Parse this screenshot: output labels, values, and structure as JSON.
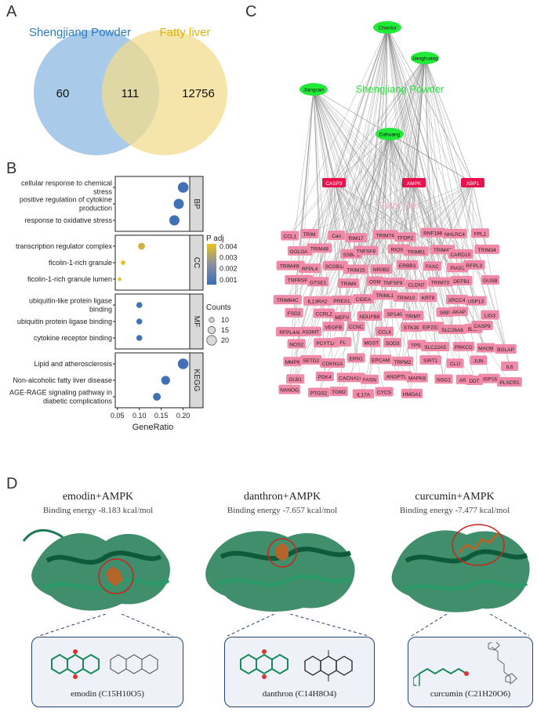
{
  "panels": {
    "a": "A",
    "b": "B",
    "c": "C",
    "d": "D"
  },
  "venn": {
    "left_label": "Shengjiang Powder",
    "right_label": "Fatty liver",
    "left_only": "60",
    "overlap": "111",
    "right_only": "12756",
    "left_color": "#2a7bbf",
    "right_color": "#e0bb1a"
  },
  "enrichment": {
    "groups": [
      {
        "name": "BP",
        "terms": [
          {
            "label": [
              "cellular response to chemical",
              "stress"
            ],
            "ratio": 0.2,
            "count": 22,
            "padj": 0.0008
          },
          {
            "label": [
              "positive regulation of cytokine",
              "production"
            ],
            "ratio": 0.19,
            "count": 21,
            "padj": 0.0008
          },
          {
            "label": [
              "response to oxidative stress"
            ],
            "ratio": 0.18,
            "count": 21,
            "padj": 0.0008
          }
        ]
      },
      {
        "name": "CC",
        "terms": [
          {
            "label": [
              "transcription regulator complex"
            ],
            "ratio": 0.105,
            "count": 14,
            "padj": 0.0036
          },
          {
            "label": [
              "ficolin-1-rich granule"
            ],
            "ratio": 0.063,
            "count": 9,
            "padj": 0.004
          },
          {
            "label": [
              "ficolin-1-rich granule lumen"
            ],
            "ratio": 0.055,
            "count": 7,
            "padj": 0.004
          }
        ]
      },
      {
        "name": "MF",
        "terms": [
          {
            "label": [
              "ubiquitin-like protein ligase",
              "binding"
            ],
            "ratio": 0.1,
            "count": 12,
            "padj": 0.0009
          },
          {
            "label": [
              "ubiquitin protein ligase binding"
            ],
            "ratio": 0.1,
            "count": 12,
            "padj": 0.0009
          },
          {
            "label": [
              "cytokine receptor binding"
            ],
            "ratio": 0.1,
            "count": 12,
            "padj": 0.0009
          }
        ]
      },
      {
        "name": "KEGG",
        "terms": [
          {
            "label": [
              "Lipid and atherosclerosis"
            ],
            "ratio": 0.2,
            "count": 22,
            "padj": 0.0008
          },
          {
            "label": [
              "Non-alcoholic fatty liver disease"
            ],
            "ratio": 0.16,
            "count": 18,
            "padj": 0.0008
          },
          {
            "label": [
              "AGE-RAGE signaling pathway in",
              "diabetic complications"
            ],
            "ratio": 0.14,
            "count": 16,
            "padj": 0.0008
          }
        ]
      }
    ],
    "x_axis": {
      "label": "GeneRatio",
      "ticks": [
        "0.05",
        "0.10",
        "0.15",
        "0.20"
      ],
      "tick_values": [
        0.05,
        0.1,
        0.15,
        0.2
      ],
      "range": [
        0.045,
        0.215
      ]
    },
    "colorbar": {
      "title": "P adj",
      "ticks": [
        "0.004",
        "0.003",
        "0.002",
        "0.001"
      ],
      "tick_values": [
        0.004,
        0.003,
        0.002,
        0.001
      ],
      "low_color": "#3b6fb6",
      "high_color": "#e8c31f"
    },
    "size_legend": {
      "title": "Counts",
      "items": [
        "10",
        "15",
        "20"
      ],
      "item_values": [
        10,
        15,
        20
      ]
    }
  },
  "chart_data": {
    "type": "scatter",
    "xlabel": "GeneRatio",
    "xlim": [
      0.045,
      0.215
    ],
    "color_legend": "P adj",
    "size_legend": "Counts",
    "series": [
      {
        "name": "BP",
        "points": [
          {
            "term": "cellular response to chemical stress",
            "x": 0.2,
            "count": 22,
            "padj": 0.0008
          },
          {
            "term": "positive regulation of cytokine production",
            "x": 0.19,
            "count": 21,
            "padj": 0.0008
          },
          {
            "term": "response to oxidative stress",
            "x": 0.18,
            "count": 21,
            "padj": 0.0008
          }
        ]
      },
      {
        "name": "CC",
        "points": [
          {
            "term": "transcription regulator complex",
            "x": 0.105,
            "count": 14,
            "padj": 0.0036
          },
          {
            "term": "ficolin-1-rich granule",
            "x": 0.063,
            "count": 9,
            "padj": 0.004
          },
          {
            "term": "ficolin-1-rich granule lumen",
            "x": 0.055,
            "count": 7,
            "padj": 0.004
          }
        ]
      },
      {
        "name": "MF",
        "points": [
          {
            "term": "ubiquitin-like protein ligase binding",
            "x": 0.1,
            "count": 12,
            "padj": 0.0009
          },
          {
            "term": "ubiquitin protein ligase binding",
            "x": 0.1,
            "count": 12,
            "padj": 0.0009
          },
          {
            "term": "cytokine receptor binding",
            "x": 0.1,
            "count": 12,
            "padj": 0.0009
          }
        ]
      },
      {
        "name": "KEGG",
        "points": [
          {
            "term": "Lipid and atherosclerosis",
            "x": 0.2,
            "count": 22,
            "padj": 0.0008
          },
          {
            "term": "Non-alcoholic fatty liver disease",
            "x": 0.16,
            "count": 18,
            "padj": 0.0008
          },
          {
            "term": "AGE-RAGE signaling pathway in diabetic complications",
            "x": 0.14,
            "count": 16,
            "padj": 0.0008
          }
        ]
      }
    ]
  },
  "network": {
    "herb_label": "Shengjiang Powder",
    "disease_label": "Fatty liver",
    "herbs": [
      "Chantui",
      "Jianghuang",
      "Jiangcan",
      "Dahuang"
    ],
    "targets": [
      "CASP3",
      "AMPK",
      "XBP1"
    ],
    "herb_color": "#22e838",
    "target_color": "#e8134c",
    "gene_color": "#f08aa8",
    "genes": [
      "CCL1",
      "TRIM",
      "Can",
      "RIM17",
      "TRIM74",
      "TFDP2",
      "RNF186",
      "NHLRC4",
      "FPL1",
      "GOLGA4",
      "TRIM48",
      "SSBP1",
      "TNFSF8",
      "RIOX2",
      "TRIM61",
      "TRIM46",
      "CARD10",
      "TRIM34",
      "TRIM49B",
      "RFPL4",
      "SCGB1A",
      "TRIM15",
      "NR0B2",
      "ERBB3",
      "FAXC",
      "PIAS1",
      "RFPL3",
      "TNFRSF8",
      "GTSE1",
      "TRIM4",
      "OSM",
      "TNFSF9",
      "CLDN7",
      "TRIM73",
      "DEFB1",
      "GUSB",
      "TRIM64C",
      "IL13RA2",
      "PREX1",
      "CIDEA",
      "TRIML1",
      "TRIM10",
      "KRT8",
      "XRCC4",
      "USP13",
      "FSD2",
      "CCRL2",
      "MEFV",
      "NDUFB8",
      "SP140",
      "TRIM7",
      "SRP",
      "AKAP",
      "LIG3",
      "RFPL4AL1",
      "AS3MT",
      "VEGFB",
      "CCNC",
      "CCL4",
      "STK39",
      "EIF2S1",
      "SLC26A6",
      "IBSP",
      "NOS2",
      "PCYT1A",
      "FL",
      "MGST",
      "SOD3",
      "TP53",
      "SLC22A5",
      "PRKCD",
      "MAOB",
      "MMP9",
      "SETD2",
      "CDKN1A",
      "ERN1",
      "EPCAM",
      "TRPM2",
      "SIRT1",
      "CLU",
      "JUN",
      "GLB1",
      "PDK4",
      "CACNA1C",
      "FASN",
      "ANGPTL4",
      "MAPK8",
      "NSG1",
      "ARC",
      "HSP16",
      "NANOG",
      "PTGS2",
      "TGM2",
      "IL17A",
      "CYCS",
      "HMGA1",
      "BGLAP",
      "IL6",
      "PLSCR1",
      "CASP9",
      "DDT"
    ]
  },
  "docking": [
    {
      "title": "emodin+AMPK",
      "energy": "Binding energy -8.183 kcal/mol",
      "ligand": "emodin (C15H10O5)"
    },
    {
      "title": "danthron+AMPK",
      "energy": "Binding energy -7.657 kcal/mol",
      "ligand": "danthron (C14H8O4)"
    },
    {
      "title": "curcumin+AMPK",
      "energy": "Binding energy -7.477 kcal/mol",
      "ligand": "curcumin (C21H20O6)"
    }
  ]
}
